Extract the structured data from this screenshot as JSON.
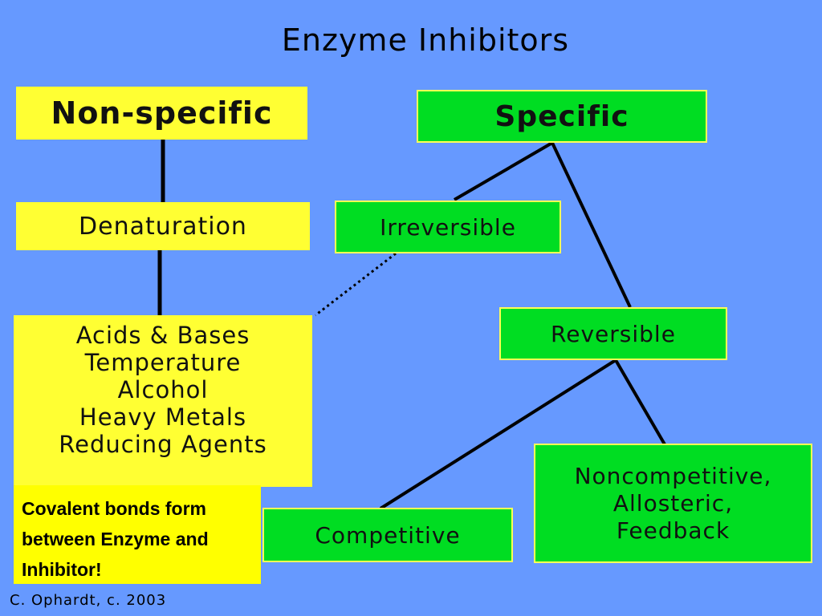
{
  "title": "Enzyme Inhibitors",
  "boxes": {
    "non_specific": "Non-specific",
    "denaturation": "Denaturation",
    "causes": [
      "Acids & Bases",
      "Temperature",
      "Alcohol",
      "Heavy Metals",
      "Reducing Agents"
    ],
    "specific": "Specific",
    "irreversible": "Irreversible",
    "reversible": "Reversible",
    "competitive": "Competitive",
    "noncompetitive": [
      "Noncompetitive,",
      "Allosteric,",
      "Feedback"
    ]
  },
  "note": "Covalent bonds form between Enzyme and Inhibitor!",
  "credit": "C. Ophardt, c. 2003",
  "colors": {
    "background": "#6699ff",
    "yellow": "#ffff33",
    "green": "#00dd22"
  }
}
